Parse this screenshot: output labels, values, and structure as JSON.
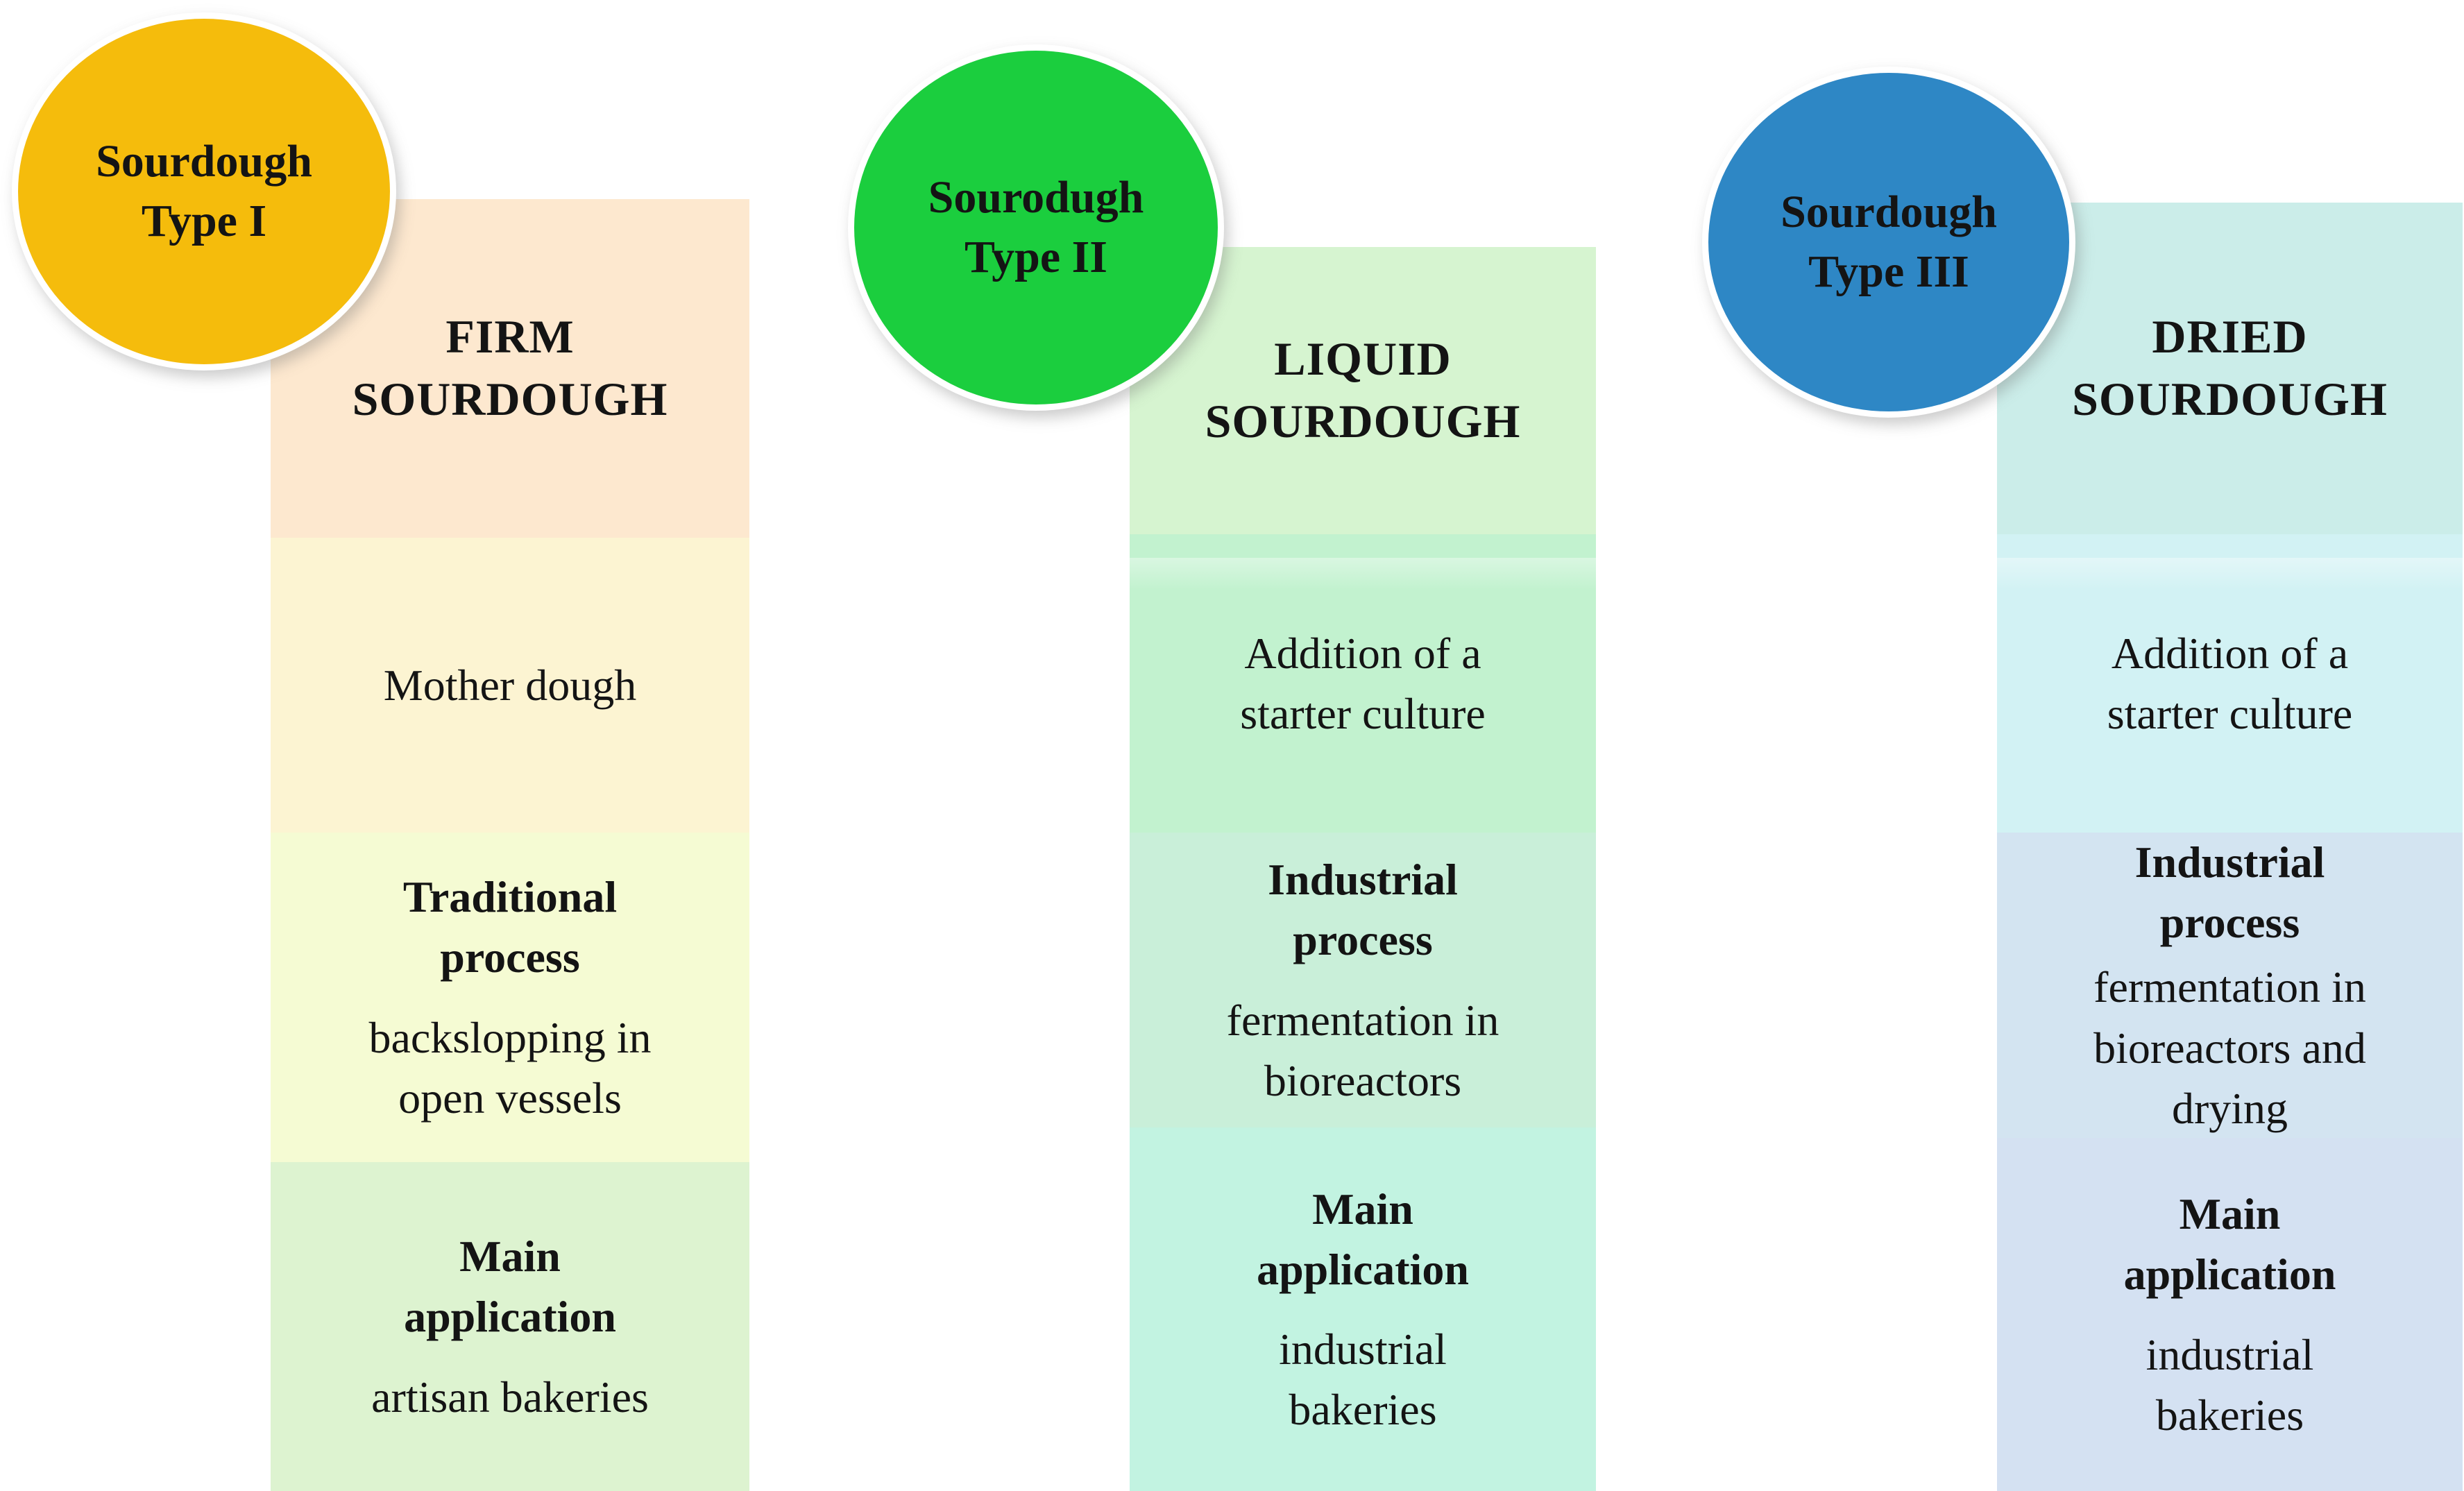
{
  "background_color": "#FFFFFF",
  "text_color": "#141414",
  "columns": [
    {
      "id": "sourdough-type-1",
      "circle": {
        "lines": [
          "Sourdough",
          "Type I"
        ],
        "color": "#F5BC0C"
      },
      "header": {
        "lines": [
          "FIRM",
          "SOURDOUGH"
        ],
        "bg": "#FDE8CF"
      },
      "rows": [
        {
          "title_lines": [],
          "body_lines": [
            "Mother dough"
          ],
          "bg": "#FCF4D2"
        },
        {
          "title_lines": [
            "Traditional",
            "process"
          ],
          "body_lines": [
            "backslopping in",
            "open vessels"
          ],
          "bg": "#F5FBD3"
        },
        {
          "title_lines": [
            "Main",
            "application"
          ],
          "body_lines": [
            "artisan bakeries"
          ],
          "bg": "#DDF3D0"
        }
      ]
    },
    {
      "id": "sourdough-type-2",
      "circle": {
        "lines": [
          "Sourodugh",
          "Type II"
        ],
        "color": "#1BCE3E"
      },
      "header": {
        "lines": [
          "LIQUID",
          "SOURDOUGH"
        ],
        "bg": "#D6F4D0"
      },
      "rows": [
        {
          "title_lines": [],
          "body_lines": [
            "Addition of a",
            "starter culture"
          ],
          "bg": "#C2F2CF"
        },
        {
          "title_lines": [
            "Industrial",
            "process"
          ],
          "body_lines": [
            "fermentation in",
            "bioreactors"
          ],
          "bg": "#C9EFD9"
        },
        {
          "title_lines": [
            "Main",
            "application"
          ],
          "body_lines": [
            "industrial",
            "bakeries"
          ],
          "bg": "#C2F3E1"
        }
      ]
    },
    {
      "id": "sourdough-type-3",
      "circle": {
        "lines": [
          "Sourdough",
          "Type III"
        ],
        "color": "#2E87C5"
      },
      "header": {
        "lines": [
          "DRIED",
          "SOURDOUGH"
        ],
        "bg": "#CBEDE9"
      },
      "rows": [
        {
          "title_lines": [],
          "body_lines": [
            "Addition of a",
            "starter culture"
          ],
          "bg": "#D2F2F4"
        },
        {
          "title_lines": [
            "Industrial",
            "process"
          ],
          "body_lines": [
            "fermentation in",
            "bioreactors and",
            "drying"
          ],
          "bg": "#D3E4F1"
        },
        {
          "title_lines": [
            "Main",
            "application"
          ],
          "body_lines": [
            "industrial",
            "bakeries"
          ],
          "bg": "#D4E1F2"
        }
      ]
    }
  ]
}
